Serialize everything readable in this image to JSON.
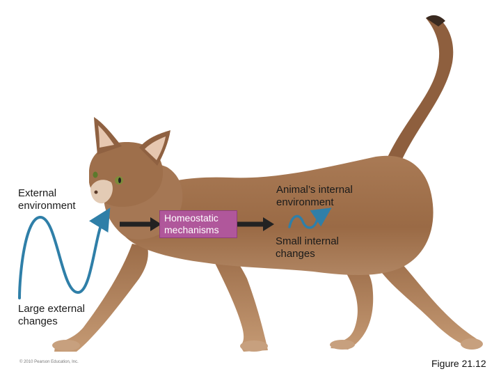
{
  "labels": {
    "external_line1": "External",
    "external_line2": "environment",
    "large_line1": "Large external",
    "large_line2": "changes",
    "homeostatic_line1": "Homeostatic",
    "homeostatic_line2": "mechanisms",
    "internal_env_line1": "Animal’s internal",
    "internal_env_line2": "environment",
    "small_line1": "Small internal",
    "small_line2": "changes"
  },
  "footer": {
    "copyright": "© 2010 Pearson Education, Inc.",
    "figure": "Figure 21.12"
  },
  "colors": {
    "wave": "#2f7fa8",
    "arrow": "#222222",
    "homeostatic_box": "#b0579b",
    "cat_fur": "#9c6c48"
  },
  "icons": {
    "cat": "cat-photo-illustration"
  }
}
